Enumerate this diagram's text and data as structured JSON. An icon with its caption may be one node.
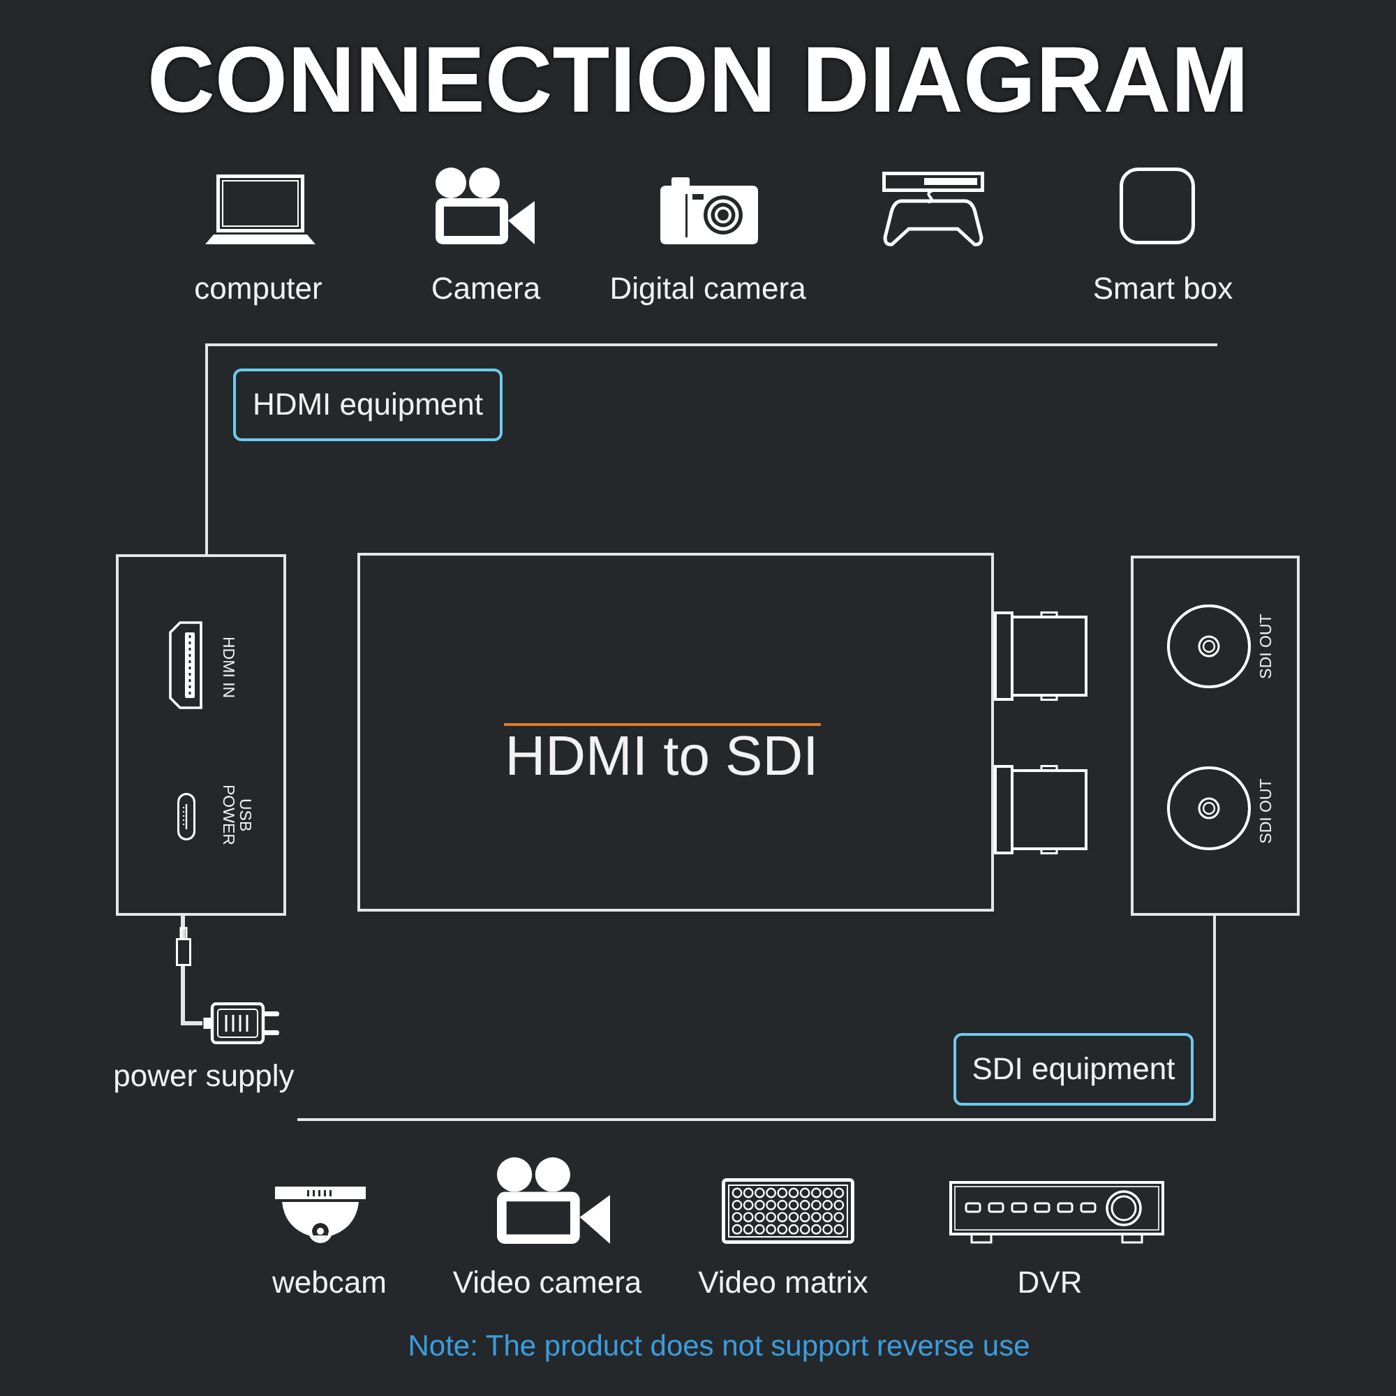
{
  "diagram": {
    "title": "CONNECTION DIAGRAM",
    "nodes": [
      {
        "text": [
          "HDMI equipment"
        ]
      },
      {
        "text": [
          "HDMI IN",
          "USB POWER"
        ]
      },
      {
        "text": [
          "HDMI to SDI"
        ]
      },
      {
        "text": [
          "SDI OUT",
          "SDI OUT"
        ]
      },
      {
        "text": [],
        "shape": "picture",
        "beside": [
          "power supply"
        ]
      },
      {
        "text": [
          "SDI equipment"
        ]
      }
    ],
    "edges": [
      {
        "from": null,
        "to": 1,
        "arrow": "none"
      },
      {
        "from": 3,
        "to": null,
        "arrow": "none"
      },
      {
        "from": 1,
        "to": 4,
        "arrow": "none"
      }
    ],
    "labels": [
      "computer",
      "Camera",
      "Digital camera",
      "Smart box",
      "webcam",
      "Video camera",
      "Video matrix",
      "DVR",
      "Note: The product does not support reverse use"
    ]
  }
}
